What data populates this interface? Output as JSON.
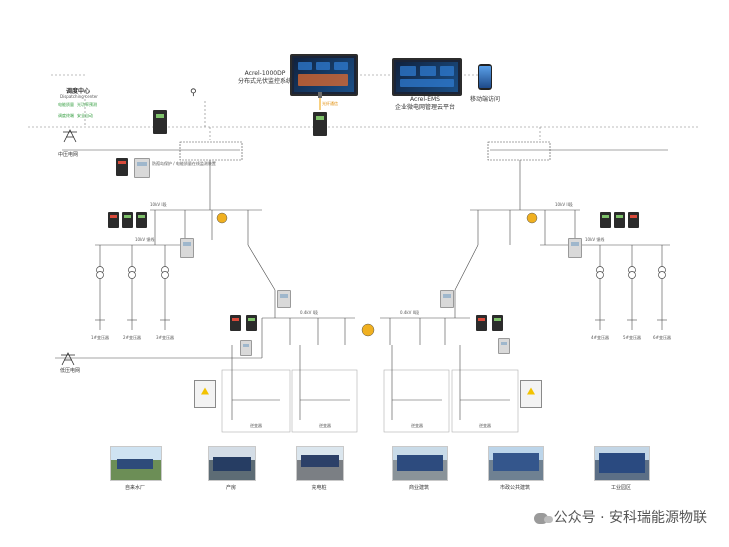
{
  "top": {
    "scada_monitor": {
      "title": "Acrel-1000DP",
      "subtitle": "分布式光伏监控系统"
    },
    "ems_monitor": {
      "title": "Acrel-EMS",
      "subtitle": "企业微电网管理云平台"
    },
    "mobile": {
      "label": "移动端访问"
    },
    "link_label": "光纤通信"
  },
  "dispatch": {
    "title": "调度中心",
    "subtitle": "Dispatching center",
    "items": [
      "电能质量",
      "光功率预测",
      "调度终端",
      "安全自动"
    ]
  },
  "grid": {
    "mid_voltage": "中压电网",
    "low_voltage": "低压电网"
  },
  "switchgear": {
    "left_upper_note": "防孤岛保护 / 电能质量在线监测装置",
    "busbar_label": "10kV I段",
    "busbar_label_right": "10kV II段",
    "feeder_tag": "10kV 馈线",
    "low_bus_label": "0.4kV I段",
    "low_bus_label_right": "0.4kV II段"
  },
  "transformer_labels": [
    "1#变压器",
    "2#变压器",
    "3#变压器",
    "4#变压器",
    "5#变压器",
    "6#变压器"
  ],
  "inverter_labels": [
    "逆变器",
    "逆变器",
    "逆变器",
    "逆变器"
  ],
  "sites": [
    {
      "name": "自来水厂"
    },
    {
      "name": "产房"
    },
    {
      "name": "充电桩"
    },
    {
      "name": "商业建筑"
    },
    {
      "name": "市政公共建筑"
    },
    {
      "name": "工业园区"
    }
  ],
  "watermark": {
    "text": "公众号 · 安科瑞能源物联"
  },
  "colors": {
    "line": "#4a4a4a",
    "dash": "#7a7a7a",
    "accent_link": "#f0a000",
    "green": "#2e9b3a"
  }
}
